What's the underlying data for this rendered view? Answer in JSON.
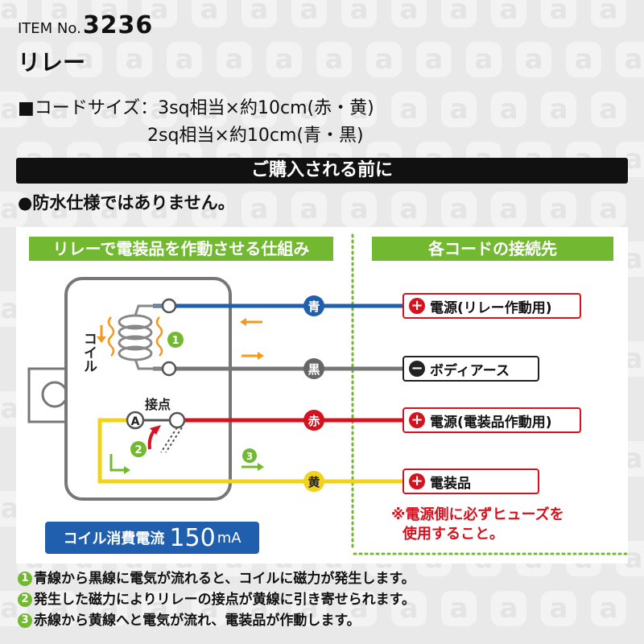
{
  "header": {
    "item_prefix": "ITEM No.",
    "item_number": "3236",
    "product_name": "リレー"
  },
  "spec": {
    "line1": "■コードサイズ：3sq相当×約10cm(赤・黄)",
    "line2": "　　　　　　　 2sq相当×約10cm(青・黒)"
  },
  "purchase": {
    "title": "ご購入される前に",
    "notice": "●防水仕様ではありません。"
  },
  "diagram": {
    "left_title": "リレーで電装品を作動させる仕組み",
    "right_title": "各コードの接続先",
    "coil_label": "コイル",
    "contact_label": "接点",
    "contact_letter": "A",
    "step_markers": [
      "1",
      "2",
      "3"
    ],
    "wires": [
      {
        "tag": "青",
        "color": "#1f5fae",
        "target": "電源(リレー作動用)",
        "sign": "+"
      },
      {
        "tag": "黒",
        "color": "#777777",
        "target": "ボディアース",
        "sign": "−"
      },
      {
        "tag": "赤",
        "color": "#d5121e",
        "target": "電源(電装品作動用)",
        "sign": "+"
      },
      {
        "tag": "黄",
        "color": "#f2d21b",
        "target": "電装品",
        "sign": "+"
      }
    ],
    "fuse_note_line1": "※電源側に必ずヒューズを",
    "fuse_note_line2": "使用すること。",
    "coil_current_label": "コイル消費電流",
    "coil_current_value": "150",
    "coil_current_unit": "mA",
    "colors": {
      "green": "#73b831",
      "blue": "#1f5fae",
      "red": "#d5121e",
      "yellow": "#f2d21b",
      "orange": "#f39a1e"
    }
  },
  "steps": [
    {
      "num": "1",
      "text": "青線から黒線に電気が流れると、コイルに磁力が発生します。"
    },
    {
      "num": "2",
      "text": "発生した磁力によりリレーの接点が黄線に引き寄せられます。"
    },
    {
      "num": "3",
      "text": "赤線から黄線へと電気が流れ、電装品が作動します。"
    }
  ]
}
